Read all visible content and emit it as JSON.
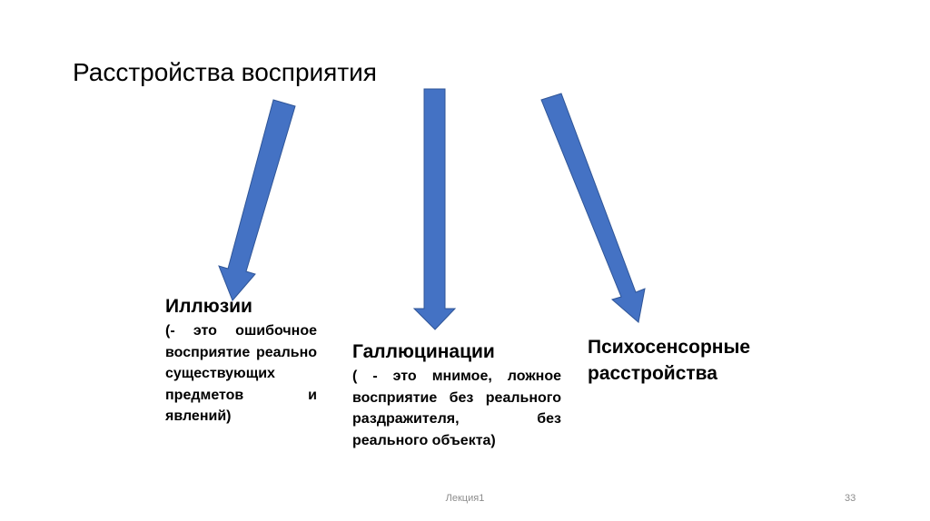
{
  "slide": {
    "title": "Расстройства восприятия",
    "footer_text": "Лекция1",
    "page_number": "33"
  },
  "colors": {
    "arrow_fill": "#4472c4",
    "arrow_stroke": "#2f5597"
  },
  "nodes": [
    {
      "heading": "Иллюзии",
      "description": "(- это ошибочное восприятие реально существующих предметов и явлений)"
    },
    {
      "heading": "Галлюцинации",
      "description": "( - это мнимое, ложное восприятие без реального раздражителя, без реального объекта)"
    },
    {
      "heading": "Психосенсорные расстройства",
      "description": ""
    }
  ]
}
